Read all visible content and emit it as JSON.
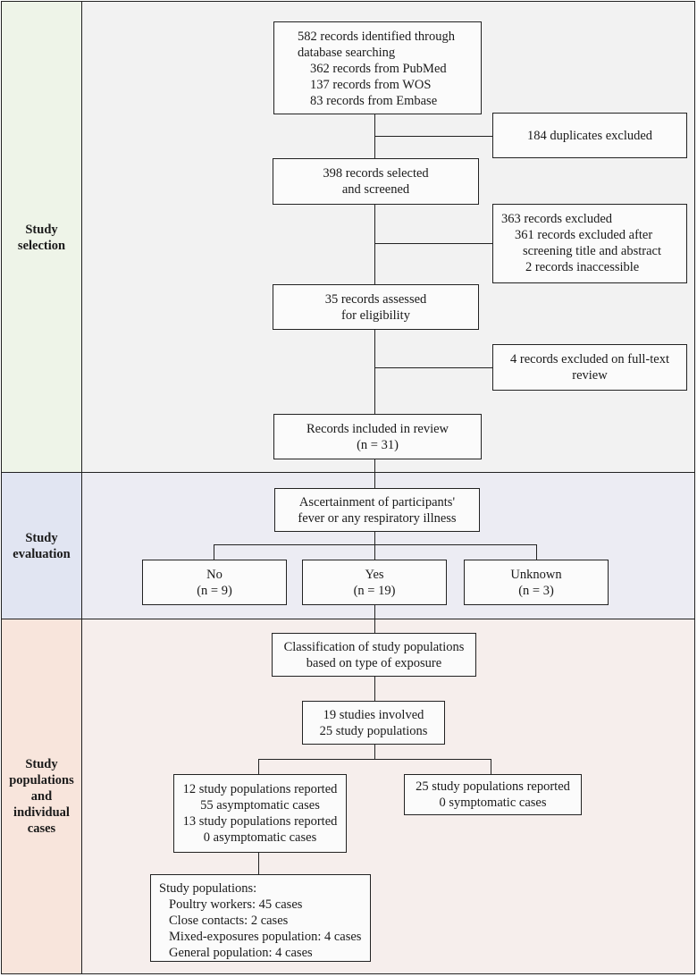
{
  "colors": {
    "selection_bg": "#eef4e8",
    "selection_content_bg": "#f2f2f2",
    "evaluation_bg": "#e1e5f2",
    "evaluation_content_bg": "#ececf3",
    "populations_bg": "#f8e5dc",
    "populations_content_bg": "#f6eeec",
    "box_bg": "#fbfbfb",
    "line": "#222222"
  },
  "sections": {
    "selection": "Study\nselection",
    "evaluation": "Study\nevaluation",
    "populations": "Study\npopulations\nand\nindividual\ncases"
  },
  "boxes": {
    "identified": {
      "line1": "582 records identified through",
      "line2": "database searching",
      "line3": "362 records from PubMed",
      "line4": "137 records from WOS",
      "line5": "83 records from Embase"
    },
    "duplicates": "184 duplicates excluded",
    "screened": "398 records selected\nand screened",
    "excluded_screen": {
      "line1": "363 records excluded",
      "line2": "361 records excluded after",
      "line3": "screening title and abstract",
      "line4": "2 records inaccessible"
    },
    "eligibility": "35 records assessed\nfor eligibility",
    "excluded_fulltext": "4 records excluded on full-text\nreview",
    "included": "Records included in review\n(n = 31)",
    "ascertainment": "Ascertainment of participants'\nfever or any respiratory illness",
    "no": "No\n(n = 9)",
    "yes": "Yes\n(n = 19)",
    "unknown": "Unknown\n(n = 3)",
    "classification": "Classification of study populations\nbased on type of exposure",
    "involved": "19 studies involved\n25 study populations",
    "asymptomatic": "12 study populations reported\n55 asymptomatic cases\n13 study populations reported\n0 asymptomatic cases",
    "symptomatic": "25 study populations reported\n0 symptomatic cases",
    "study_pops": {
      "header": "Study populations:",
      "item1": "Poultry workers: 45 cases",
      "item2": "Close contacts: 2 cases",
      "item3": "Mixed-exposures population: 4 cases",
      "item4": "General population: 4 cases"
    }
  }
}
